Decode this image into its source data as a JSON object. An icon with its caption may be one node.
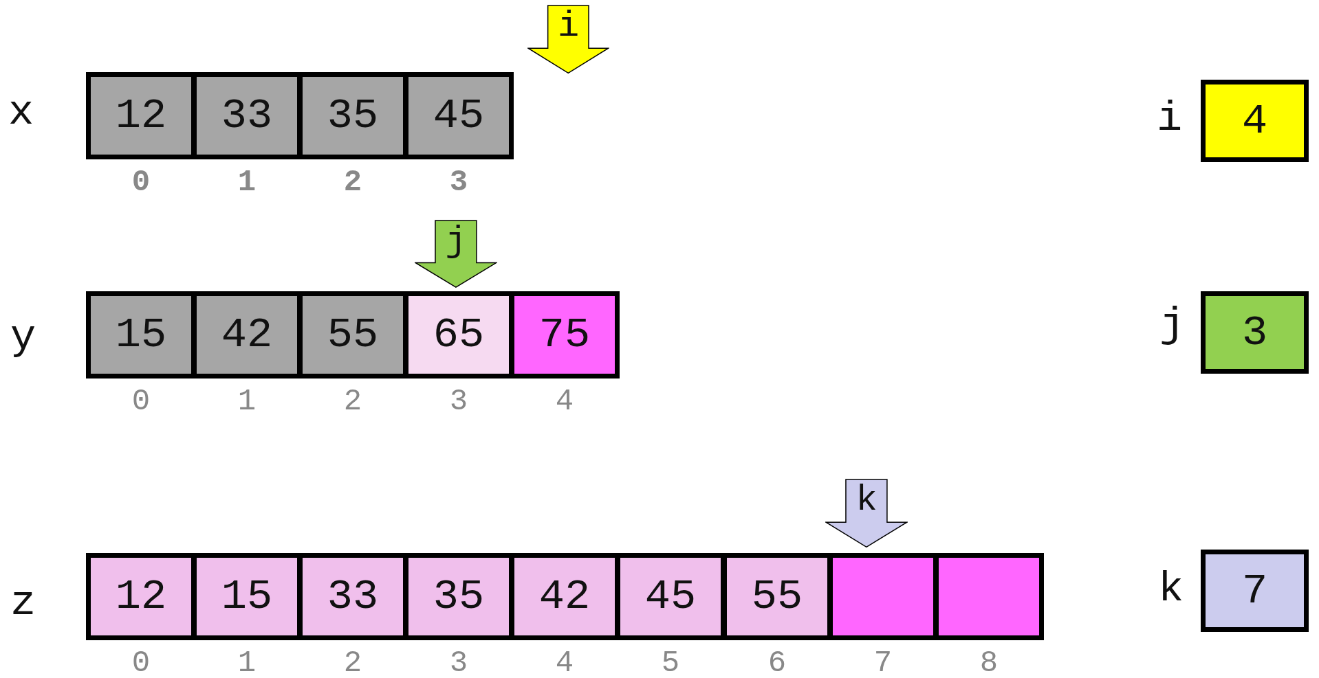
{
  "diagram": {
    "nodes": [
      {
        "text": [
          "i"
        ]
      },
      {
        "text": [
          "12"
        ],
        "beside": [
          "0"
        ]
      },
      {
        "text": [
          "33"
        ],
        "beside": [
          "1"
        ]
      },
      {
        "text": [
          "35"
        ],
        "beside": [
          "2"
        ]
      },
      {
        "text": [
          "45"
        ],
        "beside": [
          "3"
        ]
      },
      {
        "text": [
          "j"
        ]
      },
      {
        "text": [
          "15"
        ],
        "beside": [
          "0"
        ]
      },
      {
        "text": [
          "42"
        ],
        "beside": [
          "1"
        ]
      },
      {
        "text": [
          "55"
        ],
        "beside": [
          "2"
        ]
      },
      {
        "text": [
          "65"
        ],
        "beside": [
          "3"
        ]
      },
      {
        "text": [
          "75"
        ],
        "beside": [
          "4"
        ]
      },
      {
        "text": [
          "k"
        ]
      },
      {
        "text": [
          "12"
        ],
        "beside": [
          "0"
        ]
      },
      {
        "text": [
          "15"
        ],
        "beside": [
          "1"
        ]
      },
      {
        "text": [
          "33"
        ],
        "beside": [
          "2"
        ]
      },
      {
        "text": [
          "35"
        ],
        "beside": [
          "3"
        ]
      },
      {
        "text": [
          "42"
        ],
        "beside": [
          "4"
        ]
      },
      {
        "text": [
          "45"
        ],
        "beside": [
          "5"
        ]
      },
      {
        "text": [
          "55"
        ],
        "beside": [
          "6"
        ]
      },
      {
        "text": [],
        "shape": "box",
        "beside": [
          "7"
        ]
      },
      {
        "text": [],
        "shape": "box",
        "beside": [
          "8"
        ]
      },
      {
        "text": [
          "4"
        ],
        "beside": [
          "i"
        ]
      },
      {
        "text": [
          "3"
        ],
        "beside": [
          "j"
        ]
      },
      {
        "text": [
          "7"
        ],
        "beside": [
          "k"
        ]
      }
    ],
    "labels": [
      "x",
      "y",
      "z"
    ]
  }
}
